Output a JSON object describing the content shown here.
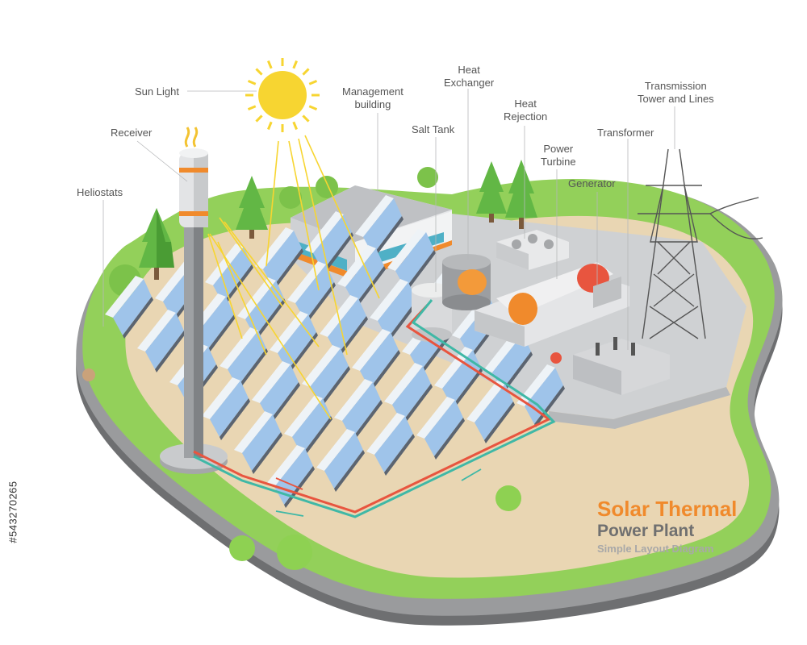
{
  "labels": {
    "sun_light": "Sun Light",
    "receiver": "Receiver",
    "heliostats": "Heliostats",
    "management_building": "Management\nbuilding",
    "heat_exchanger": "Heat\nExchanger",
    "salt_tank": "Salt Tank",
    "heat_rejection": "Heat\nRejection",
    "power_turbine": "Power\nTurbine",
    "transformer": "Transformer",
    "generator": "Generator",
    "transmission": "Transmission\nTower and Lines"
  },
  "title": {
    "line1": "Solar Thermal",
    "line2": "Power Plant",
    "line3": "Simple Layout Diagram"
  },
  "side_code": "#543270265",
  "colors": {
    "grass": "#93d05a",
    "ground_gray": "#cfd1d3",
    "sand": "#e8d5b5",
    "accent_orange": "#f08a2c",
    "pipe_red": "#e8553f",
    "pipe_teal": "#3fb8a6",
    "panel_blue": "#9fc4ea",
    "sun_yellow": "#f7d531"
  }
}
